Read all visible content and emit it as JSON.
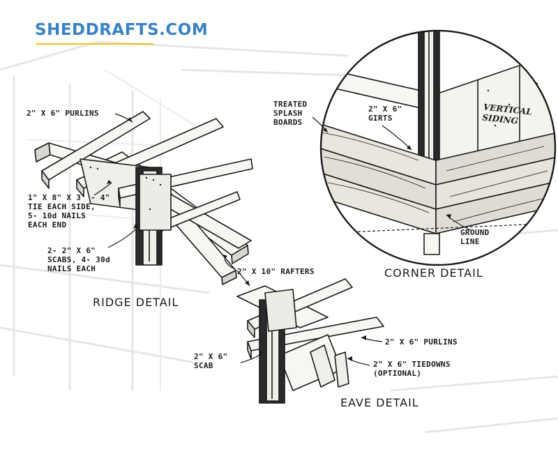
{
  "brand": {
    "name": "SHEDDRAFTS.COM",
    "color": "#3a82c4",
    "underline_color": "#f0c419"
  },
  "ridge_detail": {
    "caption": "RIDGE DETAIL",
    "labels": {
      "purlins": "2\" X 6\" PURLINS",
      "tie": "1\" X 8\" X 3' - 4\"\nTIE EACH SIDE,\n5- 10d NAILS\nEACH END",
      "scabs": "2- 2\" X 6\"\nSCABS, 4- 30d\nNAILS EACH"
    }
  },
  "rafters_label": "2\" X 10\" RAFTERS",
  "eave_detail": {
    "caption": "EAVE DETAIL",
    "labels": {
      "scab": "2\" X 6\"\nSCAB",
      "purlins": "2\" X 6\" PURLINS",
      "tiedowns": "2\" X 6\" TIEDOWNS\n(OPTIONAL)"
    }
  },
  "corner_detail": {
    "caption": "CORNER DETAIL",
    "labels": {
      "splash": "TREATED\nSPLASH\nBOARDS",
      "girts": "2\" X 6\"\nGIRTS",
      "siding": "VERTICAL\nSIDING",
      "ground": "GROUND\nLINE"
    }
  },
  "colors": {
    "ink": "#1a1a1a",
    "wood": "#f4f4f0",
    "post": "#2a2a2a",
    "faint": "#e3e3e3"
  }
}
